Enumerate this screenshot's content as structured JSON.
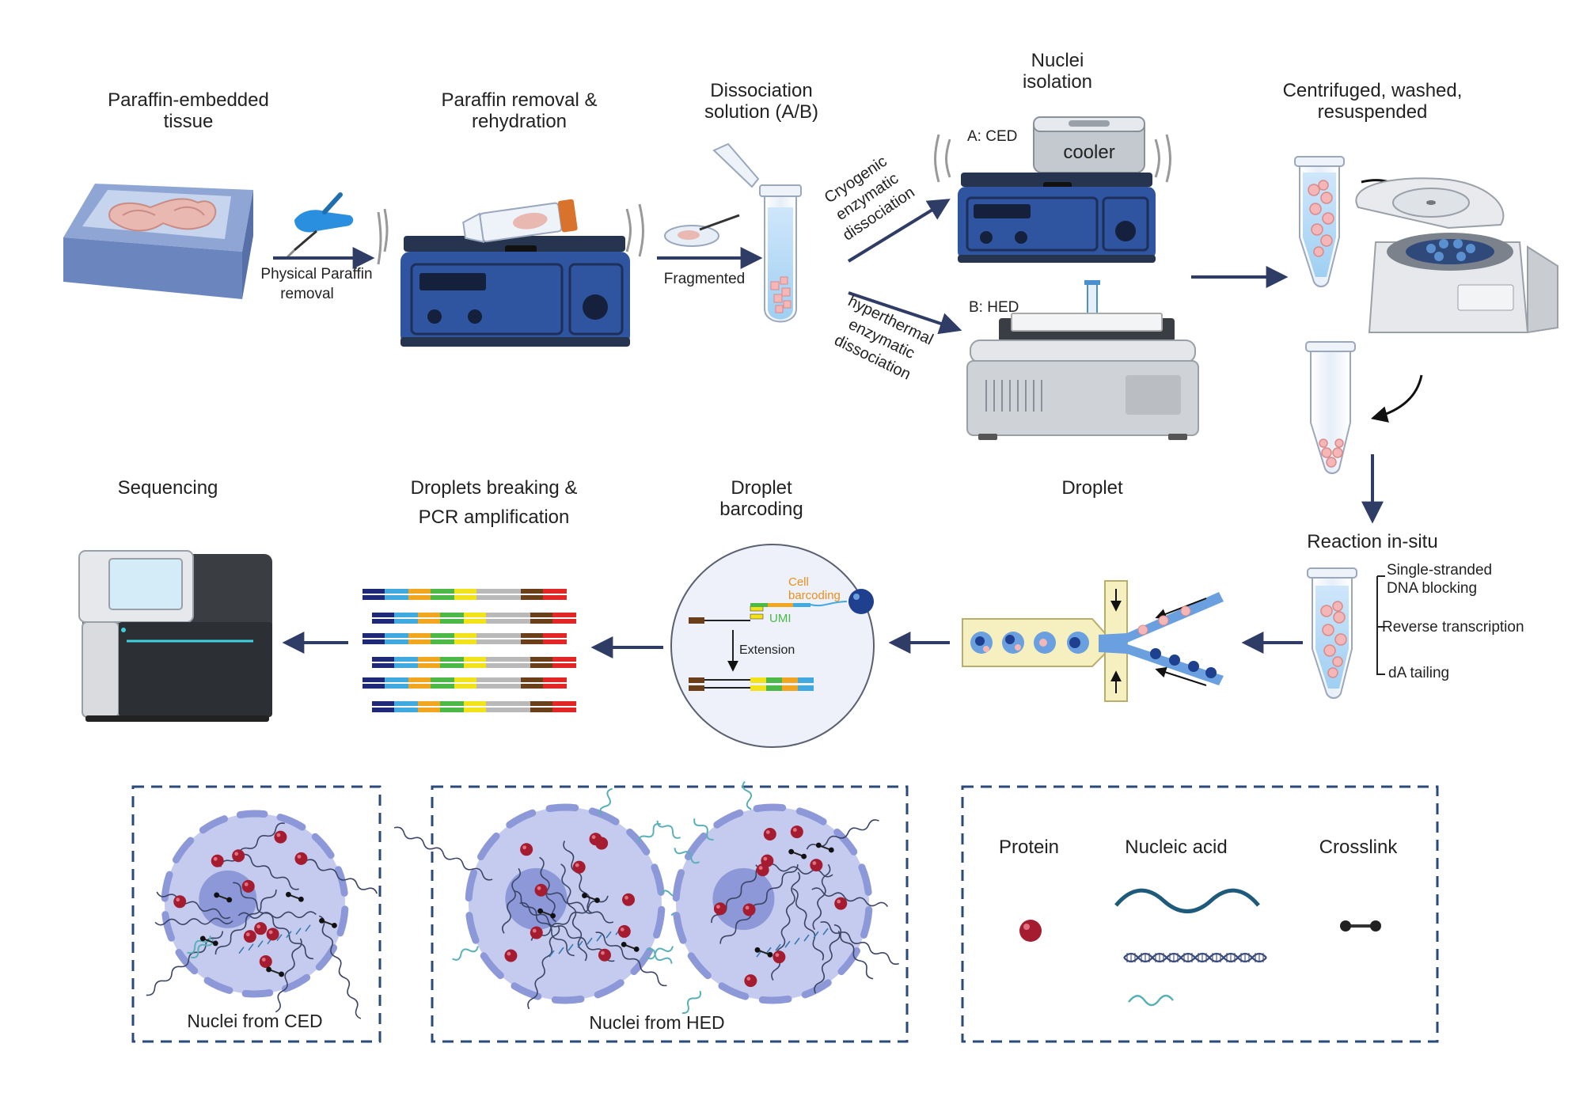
{
  "steps": {
    "paraffin_tissue": "Paraffin-embedded tissue",
    "paraffin_tissue_l1": "Paraffin-embedded",
    "paraffin_tissue_l2": "tissue",
    "physical_removal_l1": "Physical Paraffin",
    "physical_removal_l2": "removal",
    "paraffin_removal_l1": "Paraffin removal &",
    "paraffin_removal_l2": "rehydration",
    "fragmented": "Fragmented",
    "dissociation_l1": "Dissociation",
    "dissociation_l2": "solution (A/B)",
    "nuclei_isolation_l1": "Nuclei",
    "nuclei_isolation_l2": "isolation",
    "ced_label": "A: CED",
    "cooler": "cooler",
    "hed_label": "B: HED",
    "cryo_l1": "Cryogenic",
    "cryo_l2": "enzymatic",
    "cryo_l3": "dissociation",
    "hyper_l1": "hyperthermal",
    "hyper_l2": "enzymatic",
    "hyper_l3": "dissociation",
    "centrifuged_l1": "Centrifuged, washed,",
    "centrifuged_l2": "resuspended",
    "reaction": "Reaction in-situ",
    "reaction_ss_l1": "Single-stranded",
    "reaction_ss_l2": "DNA blocking",
    "reaction_rt": "Reverse transcription",
    "reaction_da": "dA tailing",
    "droplet": "Droplet",
    "barcoding_l1": "Droplet",
    "barcoding_l2": "barcoding",
    "cell_barcoding_l1": "Cell",
    "cell_barcoding_l2": "barcoding",
    "umi": "UMI",
    "extension": "Extension",
    "pcr_l1": "Droplets breaking &",
    "pcr_l2": "PCR amplification",
    "sequencing": "Sequencing"
  },
  "panels": {
    "ced_caption": "Nuclei from CED",
    "hed_caption": "Nuclei from HED"
  },
  "legend": {
    "protein": "Protein",
    "nucleic_acid": "Nucleic acid",
    "crosslink": "Crosslink"
  },
  "colors": {
    "arrow": "#2f3d66",
    "device_blue": "#2f55a0",
    "device_dark": "#26344f",
    "nucleus_fill": "#c5cbee",
    "nucleus_ring": "#8d98d8",
    "protein": "#a51c30",
    "panel_border": "#2a4a7a",
    "barcode": [
      "#1e2a78",
      "#3fa9e0",
      "#f2a51f",
      "#4cb847",
      "#f2e21a",
      "#b9b9b9",
      "#6b3f1a",
      "#e22525"
    ]
  },
  "icons": [
    "hand-scalpel-icon",
    "shaker-icon",
    "falcon-tube-icon",
    "petri-dish-icon",
    "microtube-icon",
    "cooler-icon",
    "heat-block-icon",
    "centrifuge-icon",
    "microfluidic-chip-icon",
    "sequencer-icon"
  ]
}
